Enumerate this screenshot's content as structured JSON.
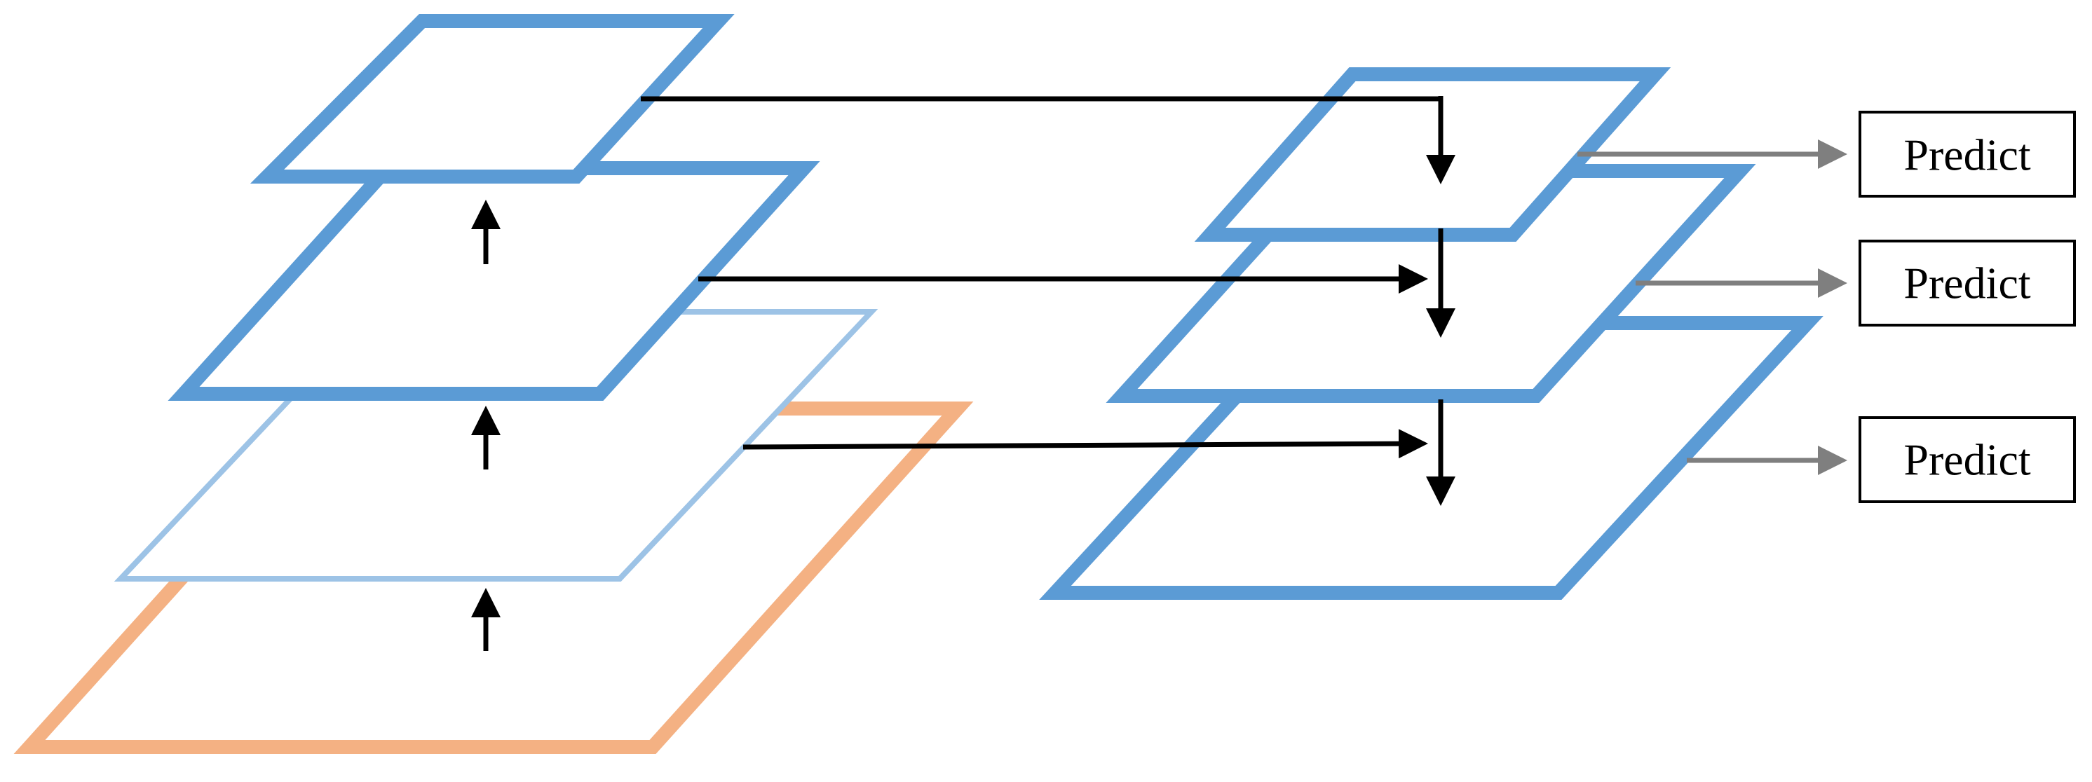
{
  "colors": {
    "pyramid_blue": "#5B9BD5",
    "pyramid_light_blue": "#9DC3E6",
    "pyramid_orange": "#F4B183",
    "lateral_arrow": "#000000",
    "predict_arrow": "#7F7F7F",
    "predict_box_border": "#000000"
  },
  "predictions": [
    {
      "label": "Predict"
    },
    {
      "label": "Predict"
    },
    {
      "label": "Predict"
    }
  ]
}
